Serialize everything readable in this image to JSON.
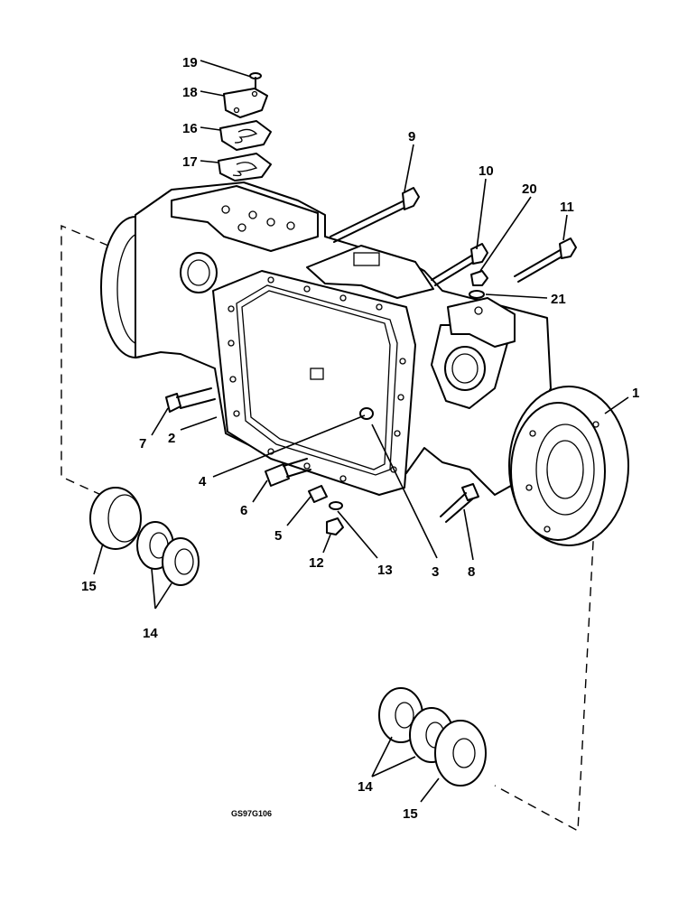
{
  "figure": {
    "drawing_code": "GS97G106"
  },
  "callouts": {
    "c1": "1",
    "c2": "2",
    "c3": "3",
    "c4": "4",
    "c5": "5",
    "c6": "6",
    "c7": "7",
    "c8": "8",
    "c9": "9",
    "c10": "10",
    "c11": "11",
    "c12": "12",
    "c13": "13",
    "c14a": "14",
    "c14b": "14",
    "c15a": "15",
    "c15b": "15",
    "c16": "16",
    "c17": "17",
    "c18": "18",
    "c19": "19",
    "c20": "20",
    "c21": "21"
  }
}
